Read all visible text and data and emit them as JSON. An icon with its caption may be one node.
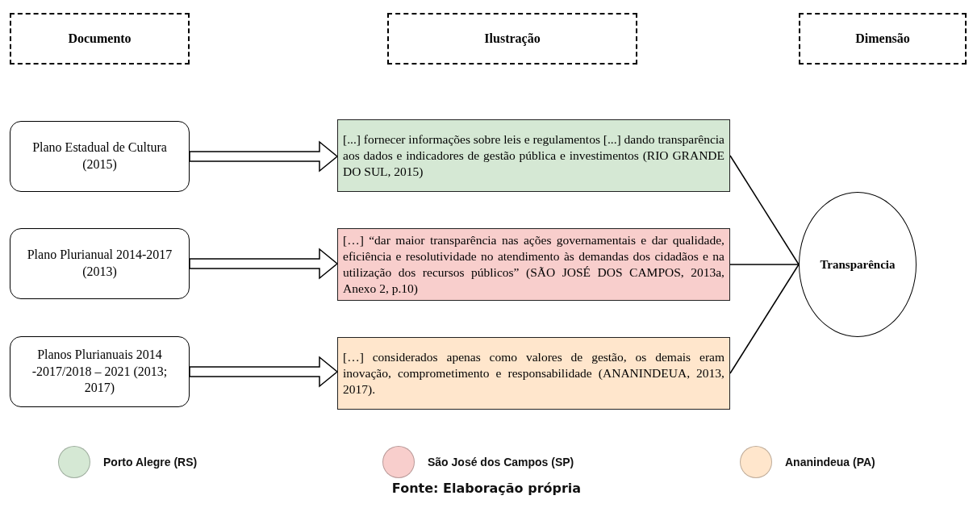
{
  "diagram": {
    "caption": "Fonte: Elaboração própria",
    "nodes": [
      {
        "text": [
          "Documento"
        ]
      },
      {
        "text": [
          "Ilustração"
        ]
      },
      {
        "text": [
          "Dimensão"
        ]
      },
      {
        "text": [
          "Plano Estadual de Cultura (2015)"
        ]
      },
      {
        "text": [
          "Plano Plurianual 2014-2017 (2013)"
        ]
      },
      {
        "text": [
          "Planos Plurianuais 2014 -2017/2018 – 2021 (2013; 2017)"
        ]
      },
      {
        "text": [
          "[...] fornecer informações sobre leis e regulamentos [...] dando transparência aos dados e indicadores de gestão pública e investimentos (RIO GRANDE DO SUL, 2015)"
        ]
      },
      {
        "text": [
          "[…] “dar maior transparência nas ações governamentais e dar qualidade, eficiência e resolutividade no atendimento às demandas dos cidadãos e na utilização dos recursos públicos” (SÃO JOSÉ DOS CAMPOS, 2013a, Anexo 2, p.10)"
        ]
      },
      {
        "text": [
          "[…] considerados apenas como valores de gestão, os demais eram inovação, comprometimento e responsabilidade (ANANINDEUA, 2013, 2017)."
        ]
      },
      {
        "text": [
          "Transparência"
        ]
      }
    ],
    "edges": [
      {
        "from": 3,
        "to": 6,
        "arrow": "to",
        "style": "thick"
      },
      {
        "from": 4,
        "to": 7,
        "arrow": "to",
        "style": "thick"
      },
      {
        "from": 5,
        "to": 8,
        "arrow": "to",
        "style": "thick"
      },
      {
        "from": 6,
        "to": 9,
        "arrow": "none"
      },
      {
        "from": 7,
        "to": 9,
        "arrow": "none"
      },
      {
        "from": 8,
        "to": 9,
        "arrow": "none"
      }
    ],
    "legend": [
      {
        "text": "Porto Alegre (RS)",
        "color": "#d5e8d4"
      },
      {
        "text": "São José dos Campos (SP)",
        "color": "#f8cecc"
      },
      {
        "text": "Ananindeua (PA)",
        "color": "#ffe6cc"
      }
    ]
  }
}
